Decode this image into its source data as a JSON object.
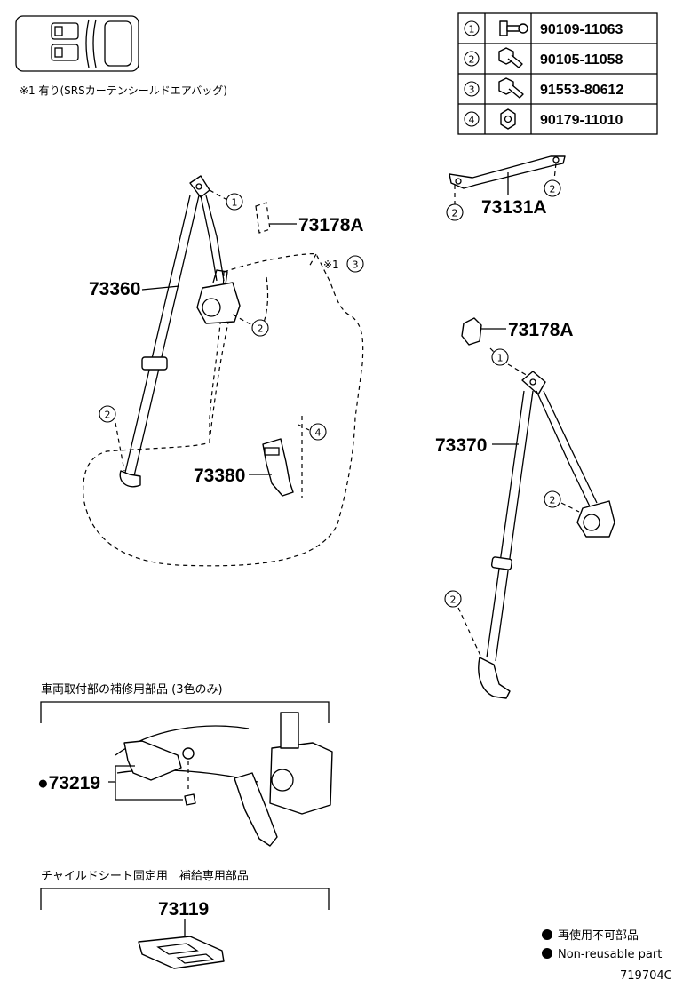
{
  "header": {
    "note_airbag": "※1 有り(SRSカーテンシールドエアバッグ)"
  },
  "fastener_table": [
    {
      "ref": "1",
      "part_no": "90109-11063",
      "icon": "bolt-icon"
    },
    {
      "ref": "2",
      "part_no": "90105-11058",
      "icon": "bolt-flange-icon"
    },
    {
      "ref": "3",
      "part_no": "91553-80612",
      "icon": "bolt-washer-icon"
    },
    {
      "ref": "4",
      "part_no": "90179-11010",
      "icon": "nut-icon"
    }
  ],
  "parts": {
    "p73360": "73360",
    "p73178a_left": "73178A",
    "p73131a": "73131A",
    "p73178a_right": "73178A",
    "p73370": "73370",
    "p73380": "73380",
    "p73219": "●73219",
    "p73119": "73119"
  },
  "callouts": {
    "c1": "1",
    "c2": "2",
    "c3": "3",
    "c4": "4",
    "mark_note": "※1"
  },
  "sections": {
    "repair_parts": "車両取付部の補修用部品 (3色のみ)",
    "child_seat": "チャイルドシート固定用　補給専用部品"
  },
  "legend": {
    "non_reusable_jp": "再使用不可部品",
    "non_reusable_en": "Non-reusable part"
  },
  "figure_id": "719704C"
}
